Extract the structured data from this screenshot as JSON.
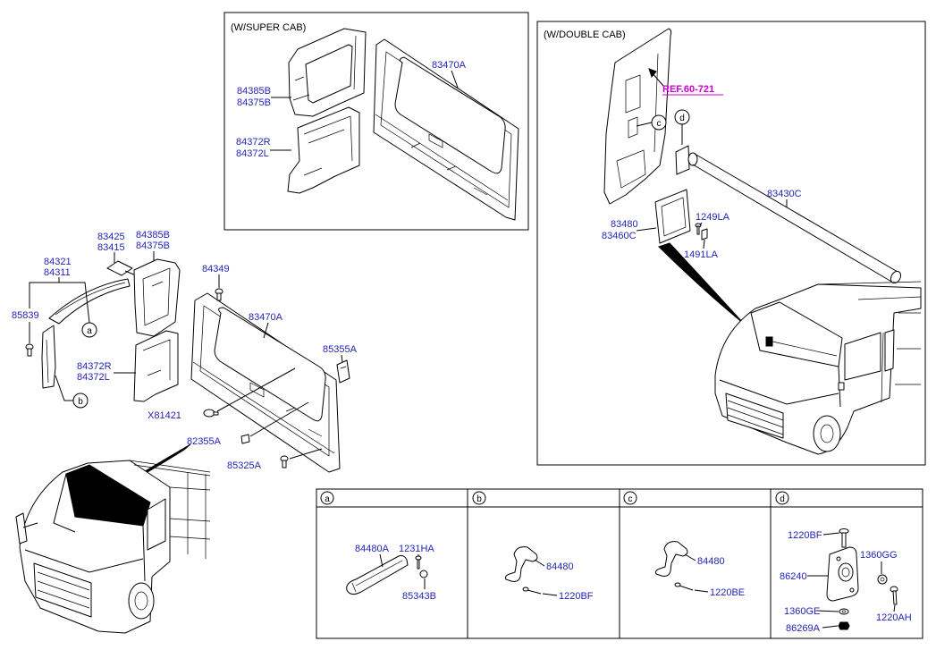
{
  "super_cab": {
    "title": "(W/SUPER CAB)",
    "rear_panel": "83470A",
    "upper_trim": [
      "84385B",
      "84375B"
    ],
    "lower_trim": [
      "84372R",
      "84372L"
    ]
  },
  "double_cab": {
    "title": "(W/DOUBLE CAB)",
    "ref": "REF.60-721",
    "callout_c": "c",
    "callout_d": "d",
    "rod": "83430C",
    "plate": [
      "83480",
      "83460C"
    ],
    "screw": "1249LA",
    "clip": "1491LA"
  },
  "main": {
    "bracket": [
      "83425",
      "83415"
    ],
    "upper_trim": [
      "84385B",
      "84375B"
    ],
    "pillar_trim": [
      "84321",
      "84311"
    ],
    "screw_top": "84349",
    "screw_left": "85839",
    "rear_panel": "83470A",
    "callout_a": "a",
    "hook": "85355A",
    "lower_trim": [
      "84372R",
      "84372L"
    ],
    "callout_b": "b",
    "pin": "X81421",
    "clip": "82355A",
    "screw_bottom": "85325A"
  },
  "detail_table": {
    "headers": [
      "a",
      "b",
      "c",
      "d"
    ],
    "a": [
      "84480A",
      "1231HA",
      "85343B"
    ],
    "b": [
      "84480",
      "1220BF"
    ],
    "c": [
      "84480",
      "1220BE"
    ],
    "d": [
      "1220BF",
      "1360GG",
      "86240",
      "1360GE",
      "1220AH",
      "86269A"
    ]
  },
  "colors": {
    "label": "#2424b8",
    "ref": "#cc00cc",
    "line": "#000000"
  }
}
